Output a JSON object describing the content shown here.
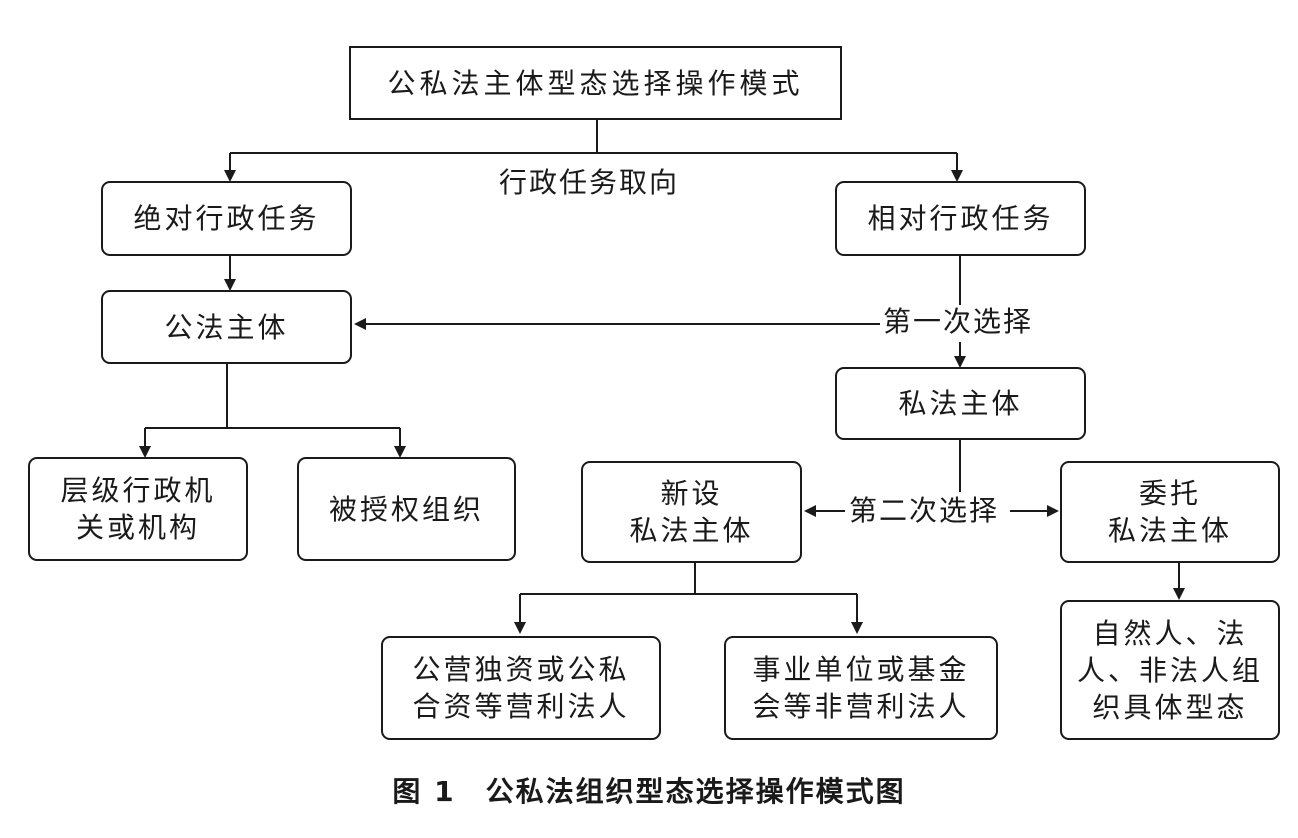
{
  "title_box": "公私法主体型态选择操作模式",
  "edge_labels": {
    "orientation": "行政任务取向",
    "first_choice": "第一次选择",
    "second_choice": "第二次选择"
  },
  "nodes": {
    "absolute_task": "绝对行政任务",
    "relative_task": "相对行政任务",
    "public_subject": "公法主体",
    "private_subject": "私法主体",
    "hierarchical_agency": [
      "层级行政机",
      "关或机构"
    ],
    "authorized_org": "被授权组织",
    "new_private_subject": [
      "新设",
      "私法主体"
    ],
    "entrusted_private_subject": [
      "委托",
      "私法主体"
    ],
    "for_profit_entities": [
      "公营独资或公私",
      "合资等营利法人"
    ],
    "non_profit_entities": [
      "事业单位或基金",
      "会等非营利法人"
    ],
    "natural_persons": [
      "自然人、法",
      "人、非法人组",
      "织具体型态"
    ]
  },
  "caption": "图 1　公私法组织型态选择操作模式图"
}
